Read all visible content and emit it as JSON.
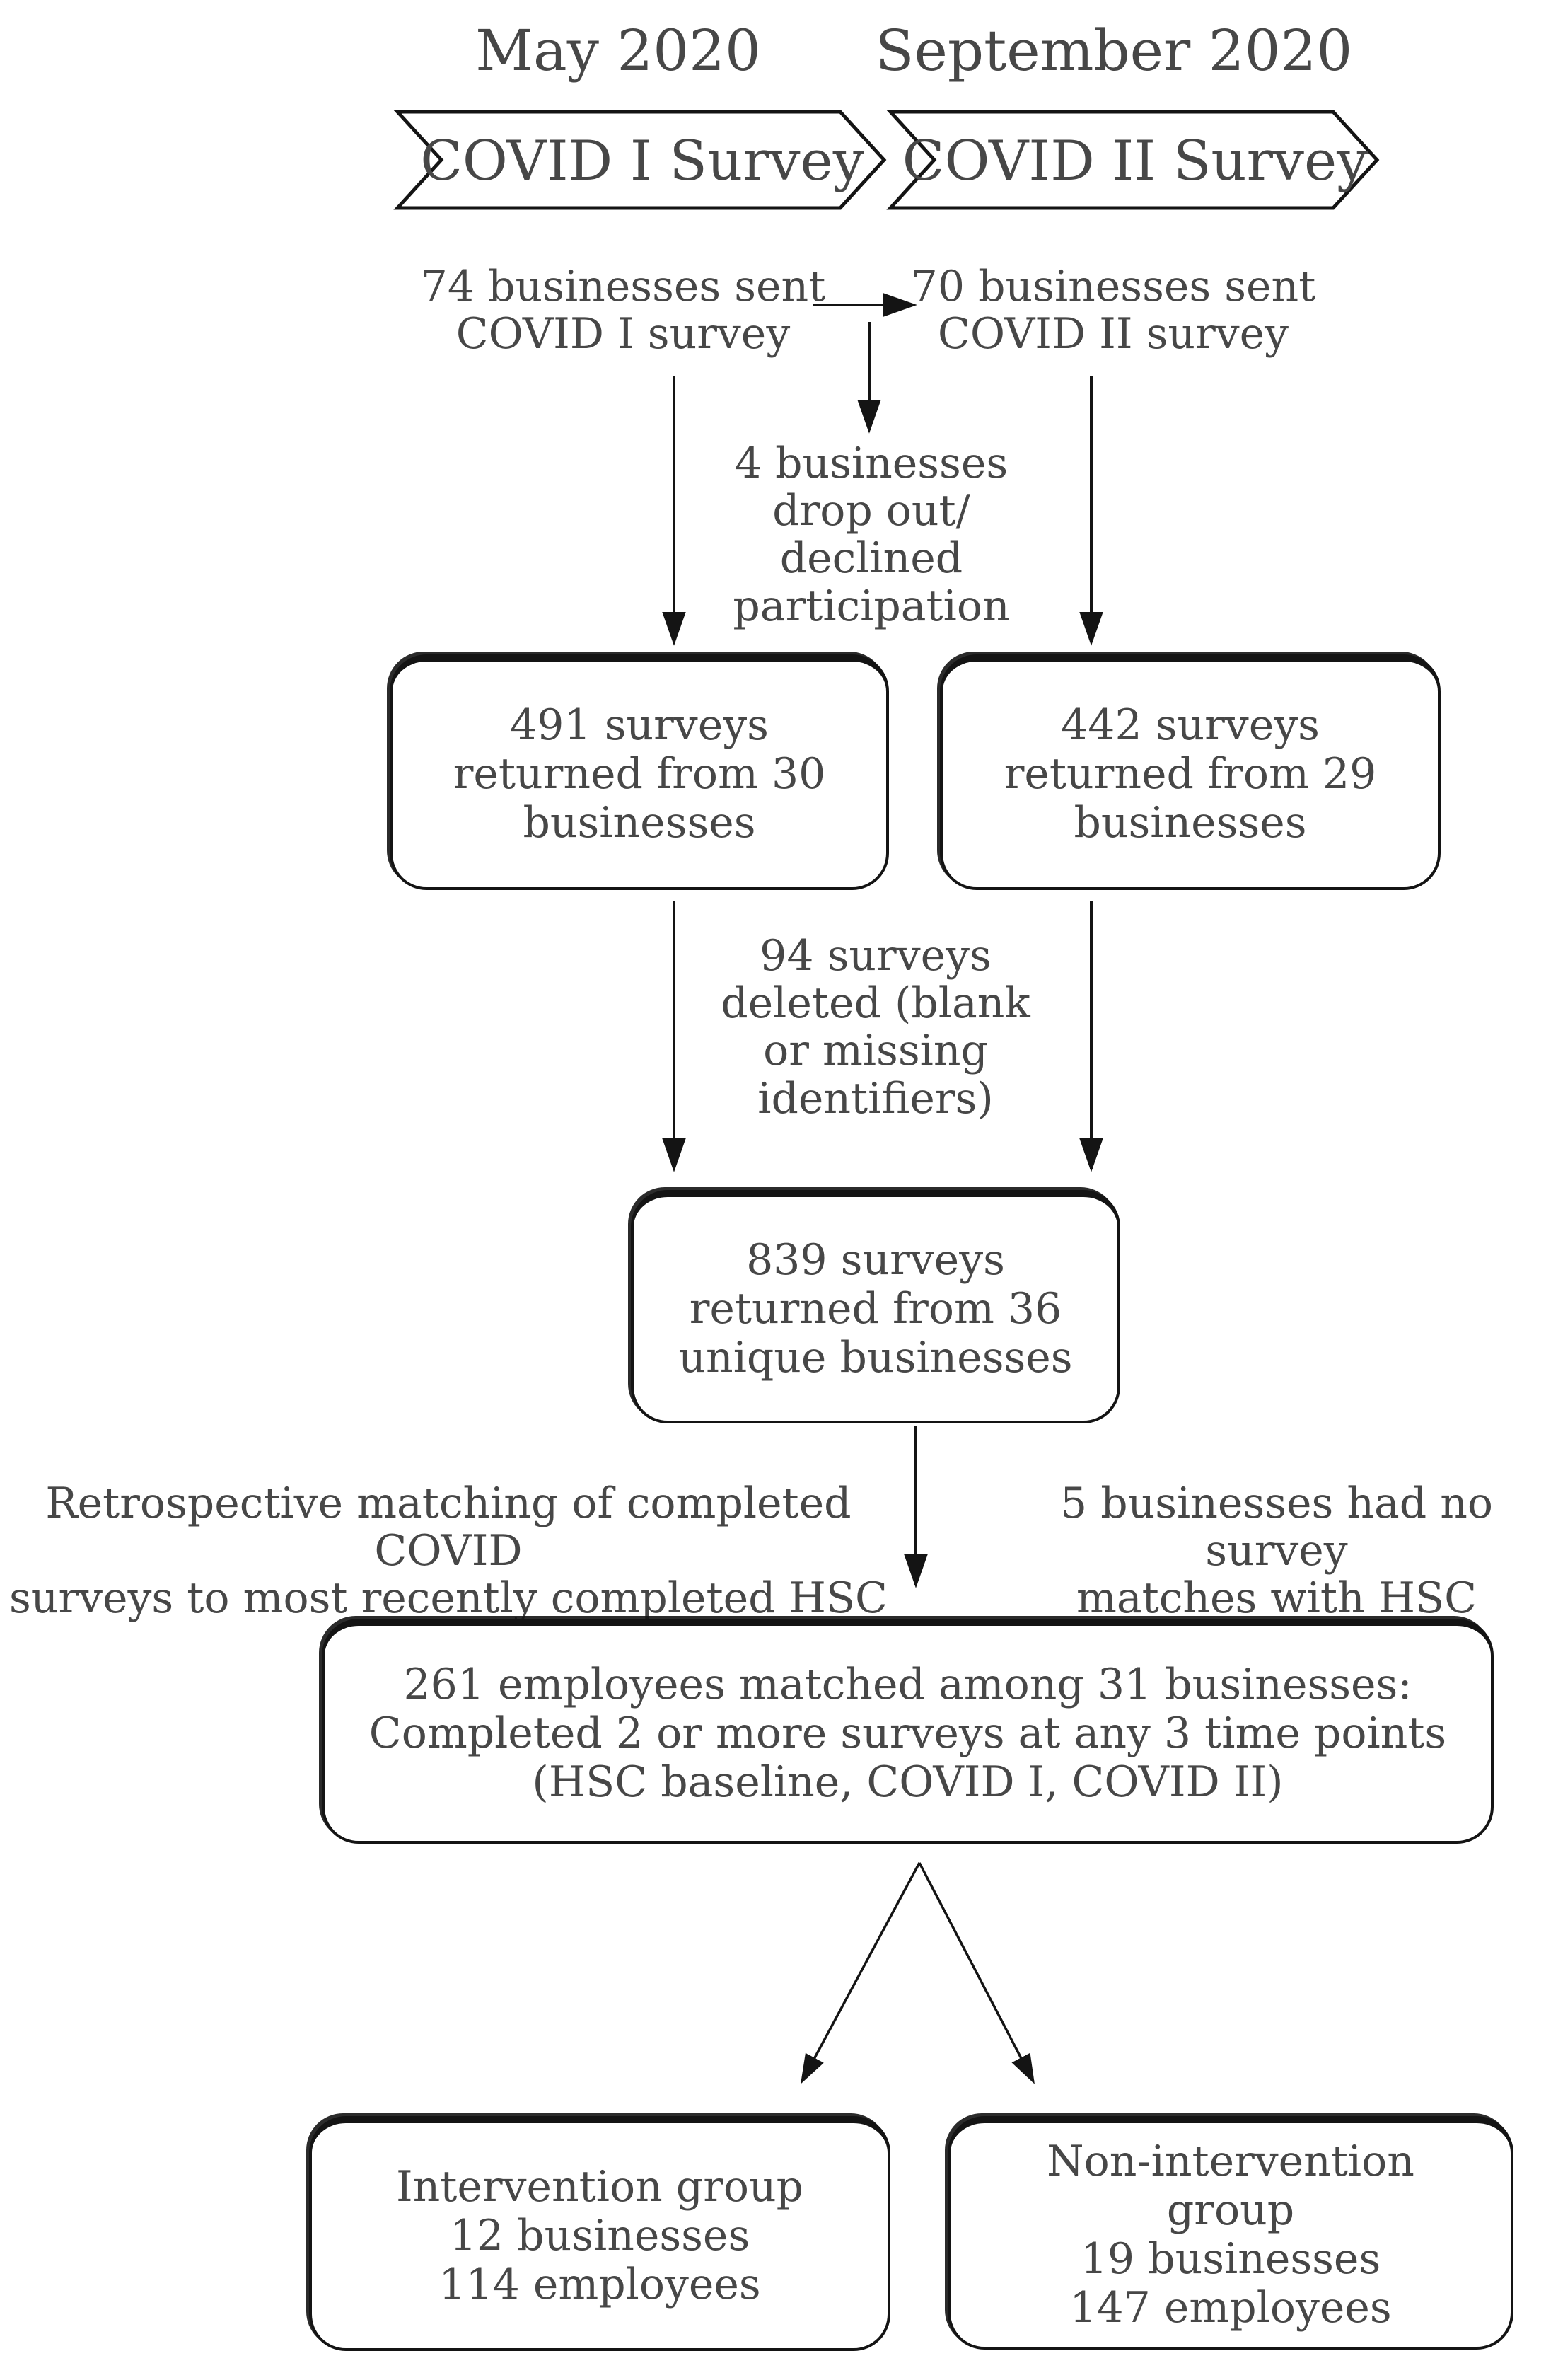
{
  "figure": {
    "description": "Survey matching flowchart",
    "colors": {
      "text": "#474747",
      "line": "#141414",
      "background": "#ffffff"
    }
  },
  "timeline": {
    "period1": "May 2020",
    "period2": "September 2020",
    "banner1": "COVID I Survey",
    "banner2": "COVID II Survey"
  },
  "flow": {
    "sent1": "74 businesses sent\nCOVID I survey",
    "sent2": "70 businesses sent\nCOVID II survey",
    "dropout": "4 businesses\ndrop out/\ndeclined\nparticipation",
    "returned1": "491 surveys\nreturned from 30\nbusinesses",
    "returned2": "442 surveys\nreturned from 29\nbusinesses",
    "deleted": "94 surveys\ndeleted (blank\nor missing\nidentifiers)",
    "combined": "839 surveys\nreturned from 36\nunique businesses",
    "matching_note": "Retrospective matching of completed COVID\nsurveys to most recently completed HSC",
    "no_match_note": "5 businesses had no survey\nmatches with HSC",
    "matched": "261 employees matched among 31 businesses:\nCompleted 2 or more surveys at any 3 time points\n(HSC baseline, COVID I, COVID II)",
    "intervention": "Intervention group\n12 businesses\n114 employees",
    "nonintervention": "Non-intervention\ngroup\n19 businesses\n147 employees"
  }
}
